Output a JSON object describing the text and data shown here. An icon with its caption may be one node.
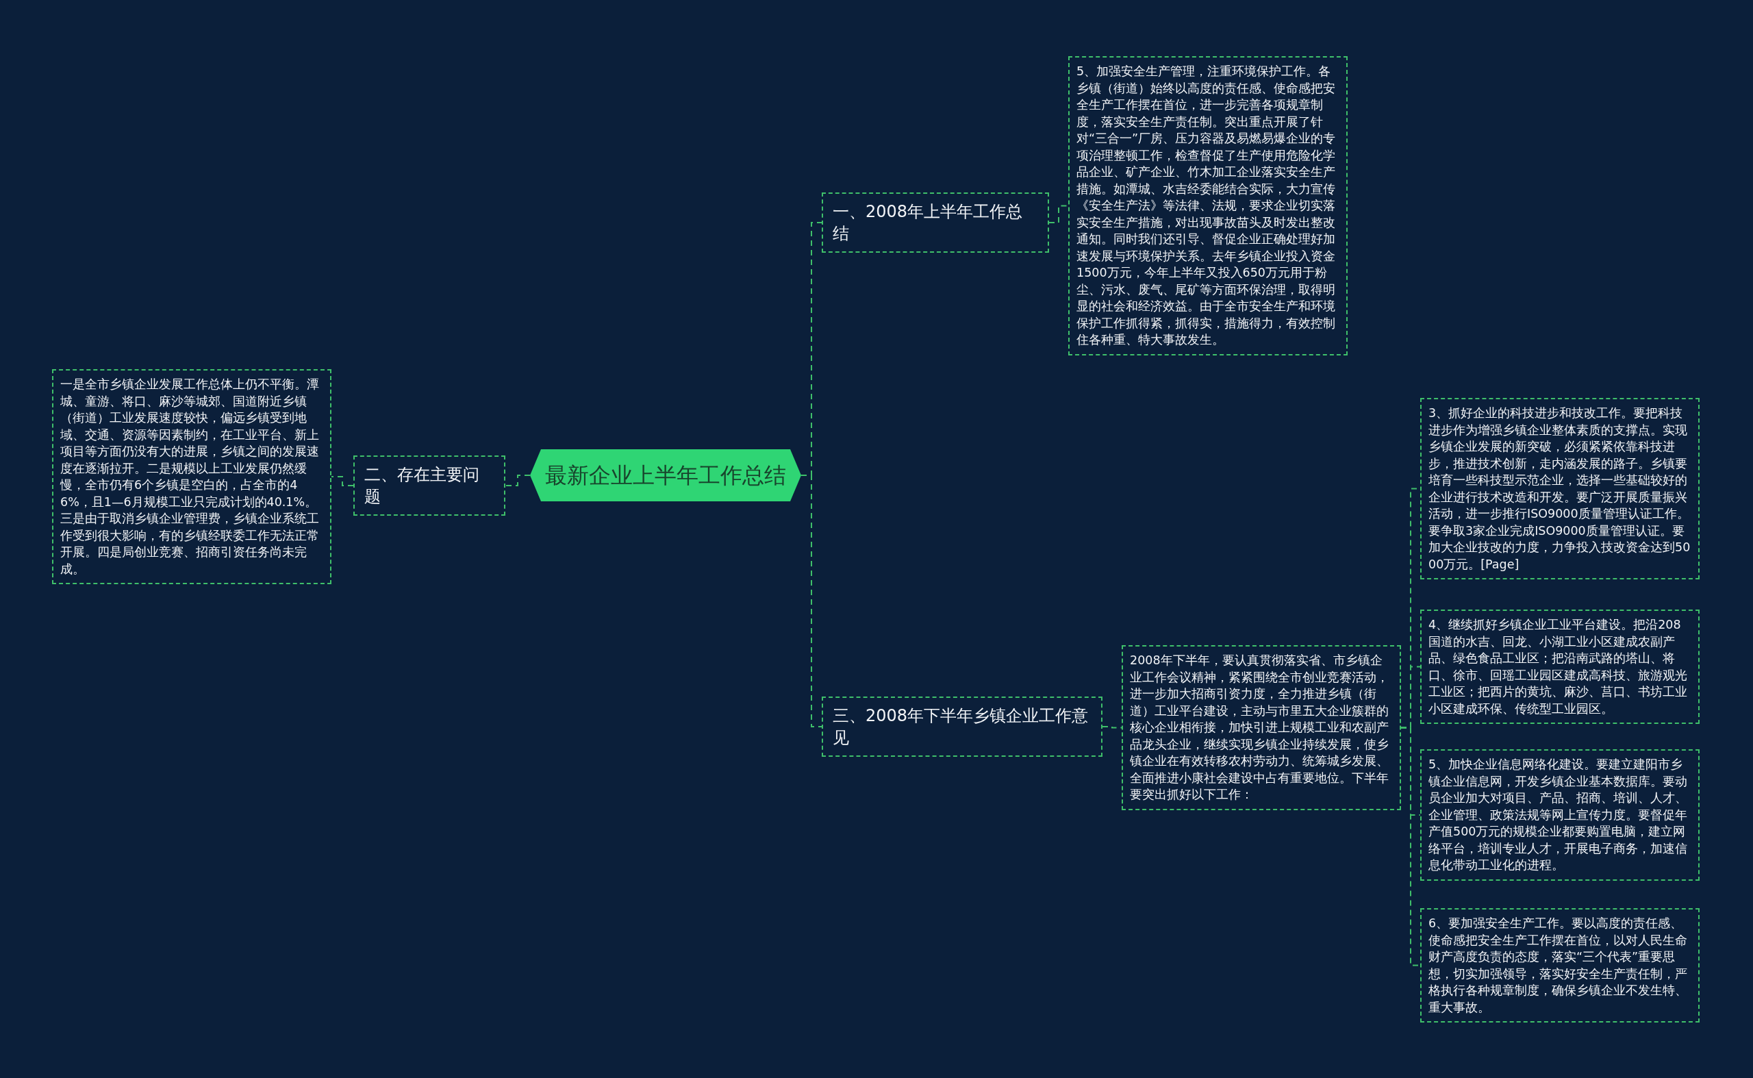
{
  "diagram": {
    "nodes": [
      {
        "text": [
          "最新企业上半年工作总结"
        ]
      },
      {
        "text": [
          "一、2008年上半年工作总结"
        ]
      },
      {
        "text": [
          "5、加强安全生产管理，注重环境保护工作。各乡镇（街道）始终以高度的责任感、使命感把安全生产工作摆在首位，进一步完善各项规章制度，落实安全生产责任制。突出重点开展了针对“三合一”厂房、压力容器及易燃易爆企业的专项治理整顿工作，检查督促了生产使用危险化学品企业、矿产企业、竹木加工企业落实安全生产措施。如潭城、水吉经委能结合实际，大力宣传《安全生产法》等法律、法规，要求企业切实落实安全生产措施，对出现事故苗头及时发出整改通知。同时我们还引导、督促企业正确处理好加速发展与环境保护关系。去年乡镇企业投入资金1500万元，今年上半年又投入650万元用于粉尘、污水、废气、尾矿等方面环保治理，取得明显的社会和经济效益。由于全市安全生产和环境保护工作抓得紧，抓得实，措施得力，有效控制住各种重、特大事故发生。"
        ]
      },
      {
        "text": [
          "二、存在主要问题"
        ]
      },
      {
        "text": [
          "一是全市乡镇企业发展工作总体上仍不平衡。潭城、童游、将口、麻沙等城郊、国道附近乡镇（街道）工业发展速度较快，偏远乡镇受到地域、交通、资源等因素制约，在工业平台、新上项目等方面仍没有大的进展，乡镇之间的发展速度在逐渐拉开。二是规模以上工业发展仍然缓慢，全市仍有6个乡镇是空白的，占全市的46%，且1—6月规模工业只完成计划的40.1%。三是由于取消乡镇企业管理费，乡镇企业系统工作受到很大影响，有的乡镇经联委工作无法正常开展。四是局创业竞赛、招商引资任务尚未完成。"
        ]
      },
      {
        "text": [
          "三、2008年下半年乡镇企业工作意见"
        ]
      },
      {
        "text": [
          "2008年下半年，要认真贯彻落实省、市乡镇企业工作会议精神，紧紧围绕全市创业竞赛活动，进一步加大招商引资力度，全力推进乡镇（街道）工业平台建设，主动与市里五大企业簇群的核心企业相衔接，加快引进上规模工业和农副产品龙头企业，继续实现乡镇企业持续发展，使乡镇企业在有效转移农村劳动力、统筹城乡发展、全面推进小康社会建设中占有重要地位。下半年要突出抓好以下工作："
        ]
      },
      {
        "text": [
          "3、抓好企业的科技进步和技改工作。要把科技进步作为增强乡镇企业整体素质的支撑点。实现乡镇企业发展的新突破，必须紧紧依靠科技进步，推进技术创新，走内涵发展的路子。乡镇要培育一些科技型示范企业，选择一些基础较好的企业进行技术改造和开发。要广泛开展质量振兴活动，进一步推行ISO9000质量管理认证工作。要争取3家企业完成ISO9000质量管理认证。要加大企业技改的力度，力争投入技改资金达到5000万元。[Page]"
        ]
      },
      {
        "text": [
          "4、继续抓好乡镇企业工业平台建设。把沿208国道的水吉、回龙、小湖工业小区建成农副产品、绿色食品工业区；把沿南武路的塔山、将口、徐市、回瑶工业园区建成高科技、旅游观光工业区；把西片的黄坑、麻沙、莒口、书坊工业小区建成环保、传统型工业园区。"
        ]
      },
      {
        "text": [
          "5、加快企业信息网络化建设。要建立建阳市乡镇企业信息网，开发乡镇企业基本数据库。要动员企业加大对项目、产品、招商、培训、人才、企业管理、政策法规等网上宣传力度。要督促年产值500万元的规模企业都要购置电脑，建立网络平台，培训专业人才，开展电子商务，加速信息化带动工业化的进程。"
        ]
      },
      {
        "text": [
          "6、要加强安全生产工作。要以高度的责任感、使命感把安全生产工作摆在首位，以对人民生命财产高度负责的态度，落实“三个代表”重要思想，切实加强领导，落实好安全生产责任制，严格执行各种规章制度，确保乡镇企业不发生特、重大事故。"
        ]
      }
    ],
    "edges": [
      {
        "from": 0,
        "to": 1,
        "arrow": "none"
      },
      {
        "from": 1,
        "to": 2,
        "arrow": "none"
      },
      {
        "from": 0,
        "to": 3,
        "arrow": "none"
      },
      {
        "from": 3,
        "to": 4,
        "arrow": "none"
      },
      {
        "from": 0,
        "to": 5,
        "arrow": "none"
      },
      {
        "from": 5,
        "to": 6,
        "arrow": "none"
      },
      {
        "from": 6,
        "to": 7,
        "arrow": "none"
      },
      {
        "from": 6,
        "to": 8,
        "arrow": "none"
      },
      {
        "from": 6,
        "to": 9,
        "arrow": "none"
      },
      {
        "from": 6,
        "to": 10,
        "arrow": "none"
      }
    ]
  }
}
